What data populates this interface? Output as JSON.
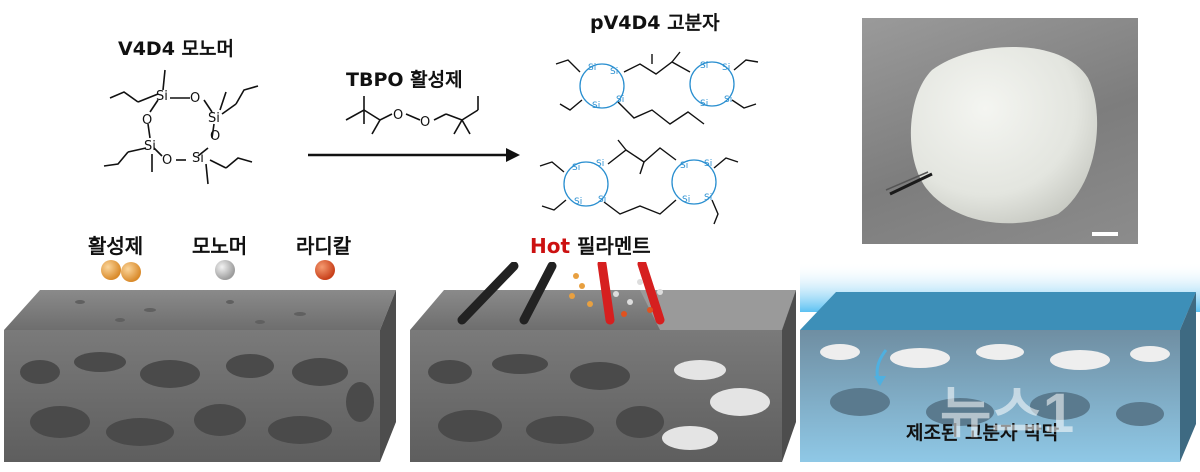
{
  "top": {
    "monomer_title": "V4D4 모노머",
    "initiator_title": "TBPO 활성제",
    "polymer_title": "pV4D4 고분자"
  },
  "legend": {
    "initiator": "활성제",
    "monomer": "모노머",
    "radical": "라디칼",
    "hot_word": "Hot",
    "filament_word": "필라멘트"
  },
  "chem": {
    "si": "Si",
    "o": "O"
  },
  "caption": "제조된 고분자 박막",
  "watermark": "뉴스1",
  "colors": {
    "initiator": "#e8a040",
    "monomer": "#c9c9c9",
    "radical": "#e0521f",
    "hot_filament": "#d61f1f",
    "cold_filament": "#222222",
    "siloxane": "#2a8fd0",
    "film_glow": "#3fb6f0"
  },
  "icons": [
    "scale-bar",
    "photo-of-film",
    "arrow-right"
  ]
}
